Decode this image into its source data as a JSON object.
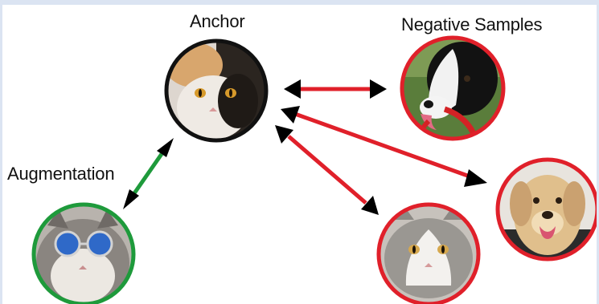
{
  "labels": {
    "anchor": "Anchor",
    "negative": "Negative Samples",
    "augmentation": "Augmentation"
  },
  "nodes": {
    "anchor": {
      "subject": "calico cat (anchor image)",
      "ring_color": "#111111"
    },
    "augmentation": {
      "subject": "grey cat with sunglasses",
      "ring_color": "#1e9a3b"
    },
    "negative_dog_1": {
      "subject": "black and white border collie",
      "ring_color": "#e0202a"
    },
    "negative_dog_2": {
      "subject": "golden retriever",
      "ring_color": "#e0202a"
    },
    "negative_cat": {
      "subject": "grey and white cat",
      "ring_color": "#e0202a"
    }
  },
  "edges": [
    {
      "from": "anchor",
      "to": "augmentation",
      "color": "#1e9a3b"
    },
    {
      "from": "anchor",
      "to": "negative_dog_1",
      "color": "#e0202a"
    },
    {
      "from": "anchor",
      "to": "negative_dog_2",
      "color": "#e0202a"
    },
    {
      "from": "anchor",
      "to": "negative_cat",
      "color": "#e0202a"
    }
  ]
}
